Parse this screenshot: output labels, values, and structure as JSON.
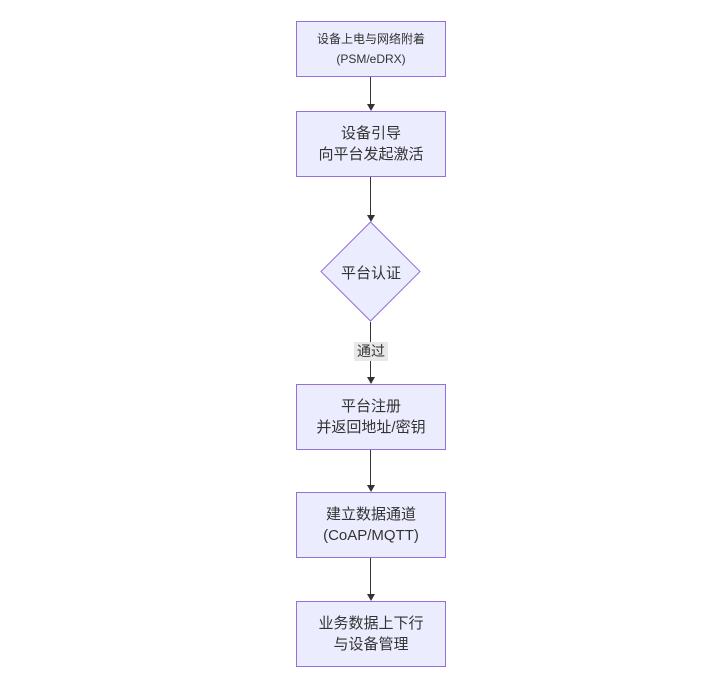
{
  "diagram": {
    "type": "flowchart",
    "direction": "top-down",
    "colors": {
      "canvas_bg": "#ffffff",
      "node_fill": "#ECECFF",
      "node_border": "#9370DB",
      "edge_color": "#333333",
      "edge_label_bg": "#e8e8e8",
      "text_color": "#333333"
    },
    "nodes": [
      {
        "id": "power-attach",
        "type": "rect",
        "lines": [
          "设备上电与网络附着",
          "(PSM/eDRX)"
        ]
      },
      {
        "id": "bootstrap",
        "type": "rect",
        "lines": [
          "设备引导",
          "向平台发起激活"
        ]
      },
      {
        "id": "platform-auth",
        "type": "diamond",
        "lines": [
          "平台认证"
        ]
      },
      {
        "id": "platform-register",
        "type": "rect",
        "lines": [
          "平台注册",
          "并返回地址/密钥"
        ]
      },
      {
        "id": "data-channel",
        "type": "rect",
        "lines": [
          "建立数据通道",
          "(CoAP/MQTT)"
        ]
      },
      {
        "id": "business-data",
        "type": "rect",
        "lines": [
          "业务数据上下行",
          "与设备管理"
        ]
      }
    ],
    "edges": [
      {
        "from": "power-attach",
        "to": "bootstrap",
        "label": ""
      },
      {
        "from": "bootstrap",
        "to": "platform-auth",
        "label": ""
      },
      {
        "from": "platform-auth",
        "to": "platform-register",
        "label": "通过"
      },
      {
        "from": "platform-register",
        "to": "data-channel",
        "label": ""
      },
      {
        "from": "data-channel",
        "to": "business-data",
        "label": ""
      }
    ]
  }
}
